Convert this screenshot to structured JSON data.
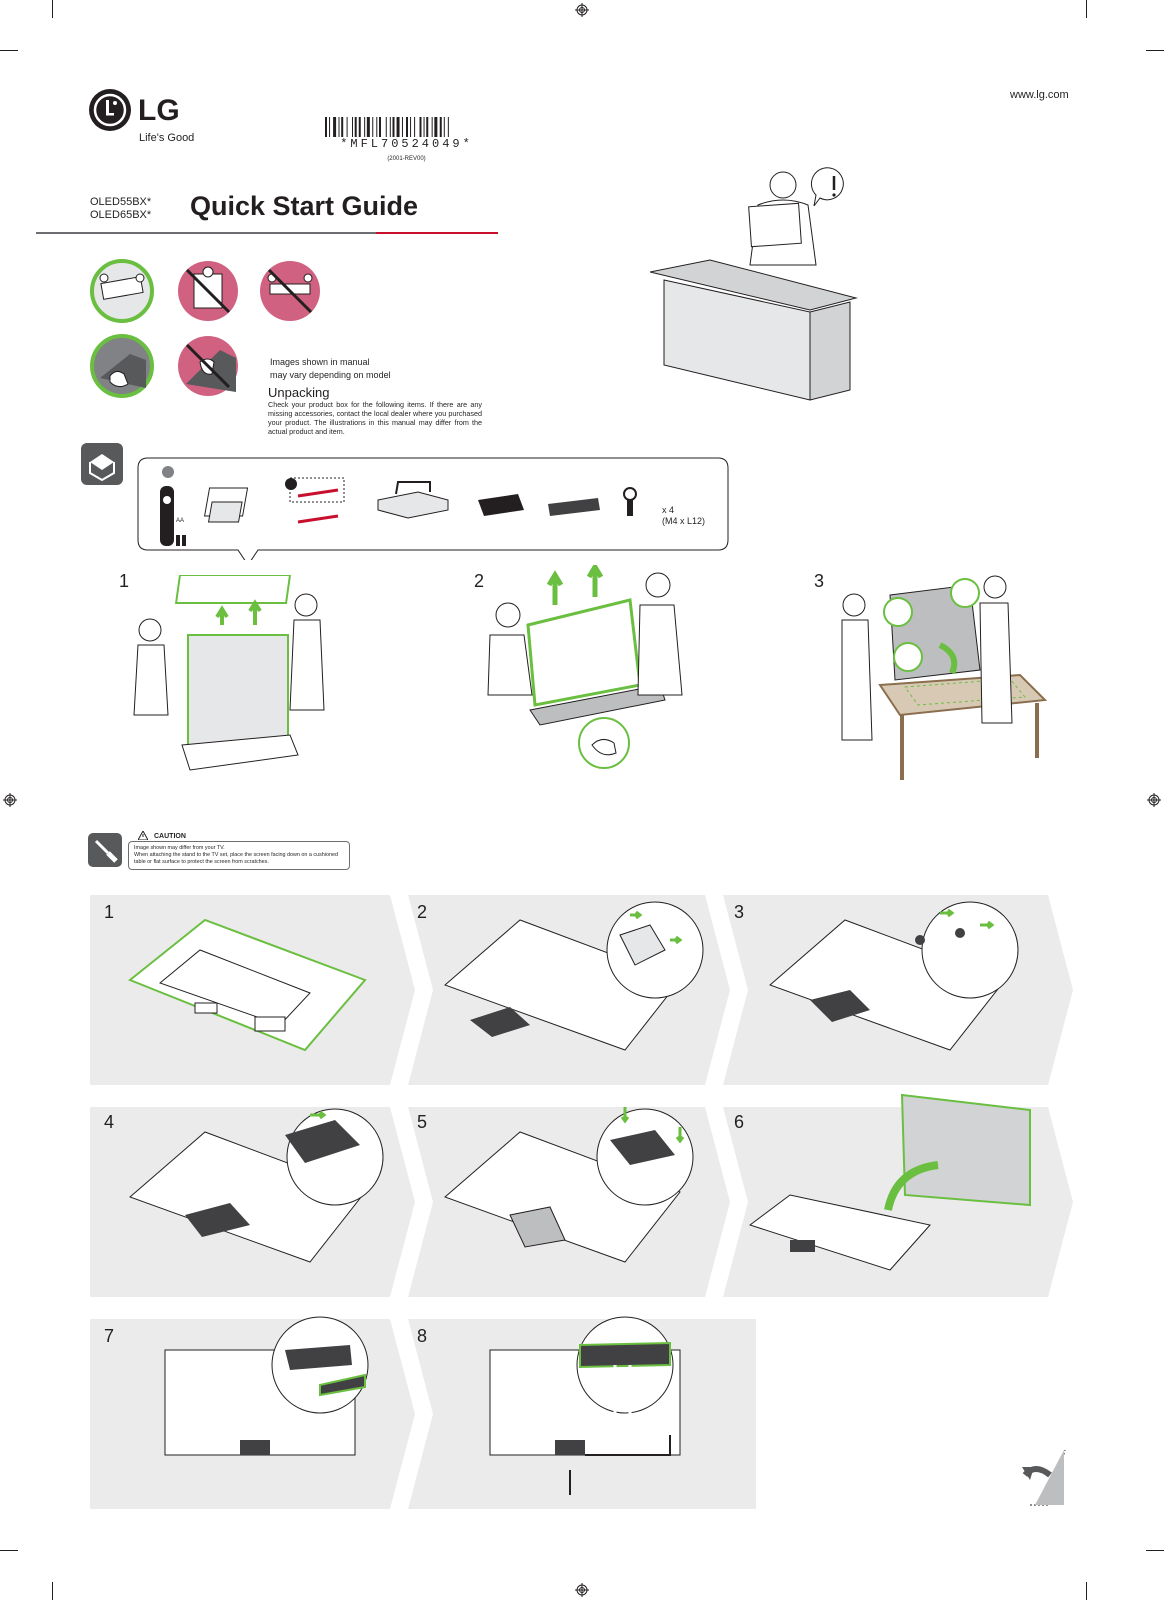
{
  "header": {
    "logo_text": "LG",
    "tagline": "Life's Good",
    "url": "www.lg.com",
    "barcode_text": "*MFL70524049*",
    "barcode_sub": "(2001-REV00)",
    "models": [
      "OLED55BX*",
      "OLED65BX*"
    ],
    "title": "Quick Start Guide"
  },
  "handling": {
    "note_line1": "Images shown in manual",
    "note_line2": "may vary depending on model"
  },
  "unpacking": {
    "heading": "Unpacking",
    "text": "Check your product box for the following items. If there are any missing accessories, contact the local dealer where you purchased your product. The illustrations in this manual may differ from the actual product and item."
  },
  "accessories": {
    "battery_label": "AA",
    "screw_count": "x 4",
    "screw_spec": "(M4 x L12)"
  },
  "unbox_steps": [
    "1",
    "2",
    "3"
  ],
  "caution": {
    "heading": "CAUTION",
    "line1": "Image shown may differ from your TV.",
    "line2": "When attaching the stand to the TV set, place the screen facing down on a cushioned table or flat surface to protect the screen from scratches."
  },
  "install_steps": [
    "1",
    "2",
    "3",
    "4",
    "5",
    "6",
    "7",
    "8"
  ],
  "colors": {
    "accent_green": "#6abf40",
    "lg_red": "#a50034",
    "rule_red": "#c8102e",
    "panel_gray": "#ebebeb"
  }
}
